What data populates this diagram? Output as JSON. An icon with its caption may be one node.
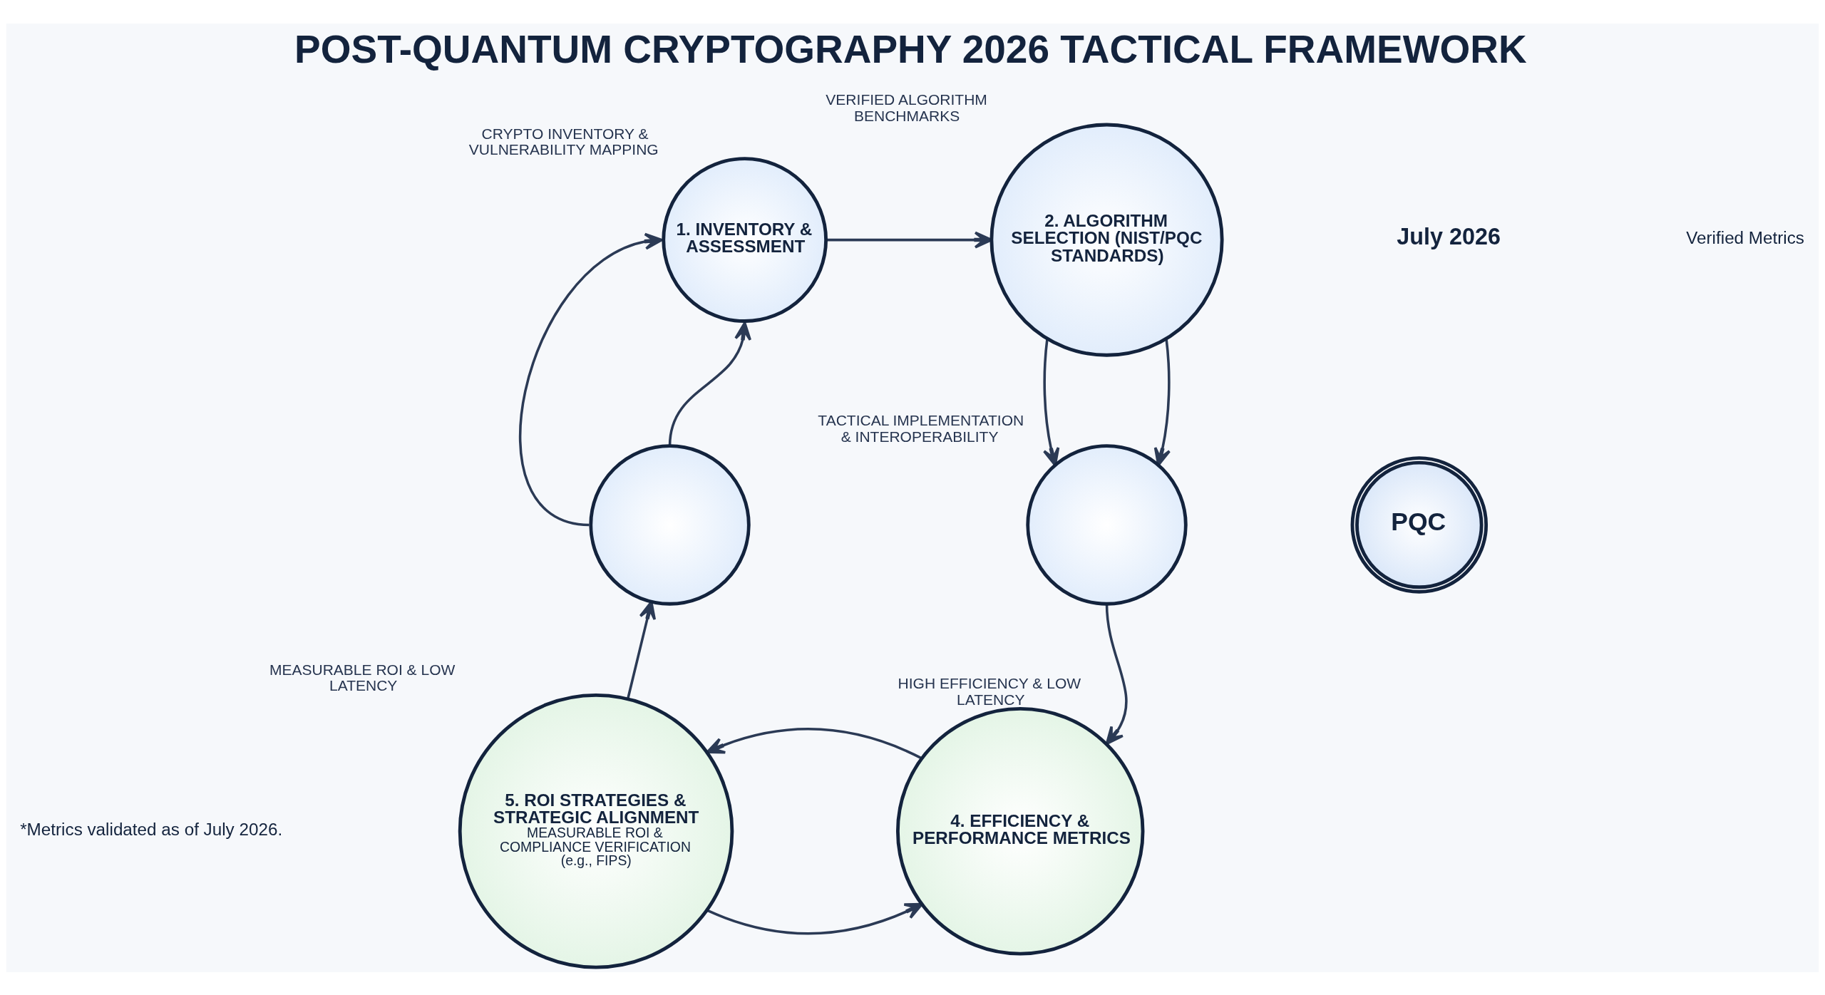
{
  "diagram": {
    "title": "POST-QUANTUM CRYPTOGRAPHY 2026 TACTICAL FRAMEWORK",
    "caption": "*Metrics validated as of July 2026.",
    "nodes": [
      {
        "text": [
          "1. INVENTORY & ASSESSMENT"
        ],
        "beside": [
          "CRYPTO INVENTORY & VULNERABILITY MAPPING"
        ]
      },
      {
        "text": [
          "2. ALGORITHM SELECTION (NIST/PQC STANDARDS)"
        ],
        "beside": [
          "VERIFIED ALGORITHM BENCHMARKS"
        ]
      },
      {
        "text": [],
        "shape": "circle"
      },
      {
        "text": [
          "PQC"
        ]
      },
      {
        "text": [],
        "shape": "circle",
        "beside": [
          "TACTICAL IMPLEMENTATION & INTEROPERABILITY"
        ]
      },
      {
        "text": [
          "5. ROI STRATEGIES & STRATEGIC ALIGNMENT",
          "MEASURABLE ROI & COMPLIANCE VERIFICATION (e.g., FIPS)"
        ],
        "beside": [
          "MEASURABLE ROI & LOW LATENCY"
        ]
      },
      {
        "text": [
          "4. EFFICIENCY & PERFORMANCE METRICS"
        ],
        "beside": [
          "HIGH EFFICIENCY & LOW LATENCY"
        ]
      }
    ],
    "edges": [
      {
        "from": 2,
        "to": 0,
        "arrow": "to"
      },
      {
        "from": 2,
        "to": 0,
        "arrow": "to"
      },
      {
        "from": 0,
        "to": 1,
        "arrow": "to"
      },
      {
        "from": 1,
        "to": 4,
        "arrow": "to"
      },
      {
        "from": 1,
        "to": 4,
        "arrow": "to"
      },
      {
        "from": 4,
        "to": 6,
        "arrow": "to"
      },
      {
        "from": 5,
        "to": 6,
        "arrow": "to"
      },
      {
        "from": 6,
        "to": 5,
        "arrow": "to"
      },
      {
        "from": 5,
        "to": 2,
        "arrow": "to"
      }
    ],
    "labels": [
      "July 2026",
      "Verified Metrics"
    ]
  }
}
